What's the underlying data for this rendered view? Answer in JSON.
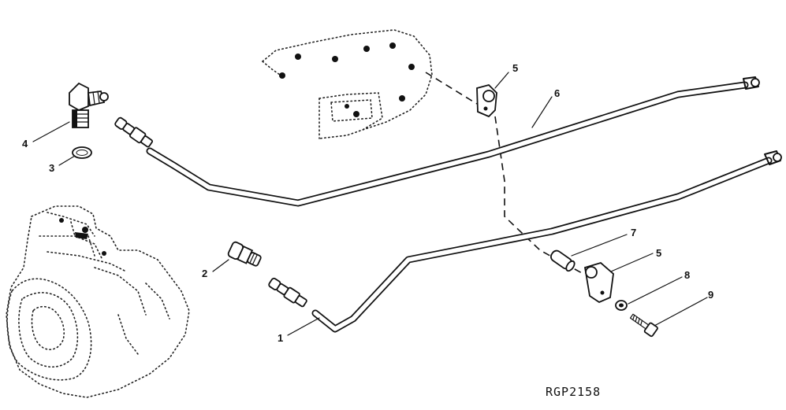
{
  "figure_id": "RGP2158",
  "callouts": {
    "c1": "1",
    "c2": "2",
    "c3": "3",
    "c4": "4",
    "c5a": "5",
    "c5b": "5",
    "c6": "6",
    "c7": "7",
    "c8": "8",
    "c9": "9"
  }
}
